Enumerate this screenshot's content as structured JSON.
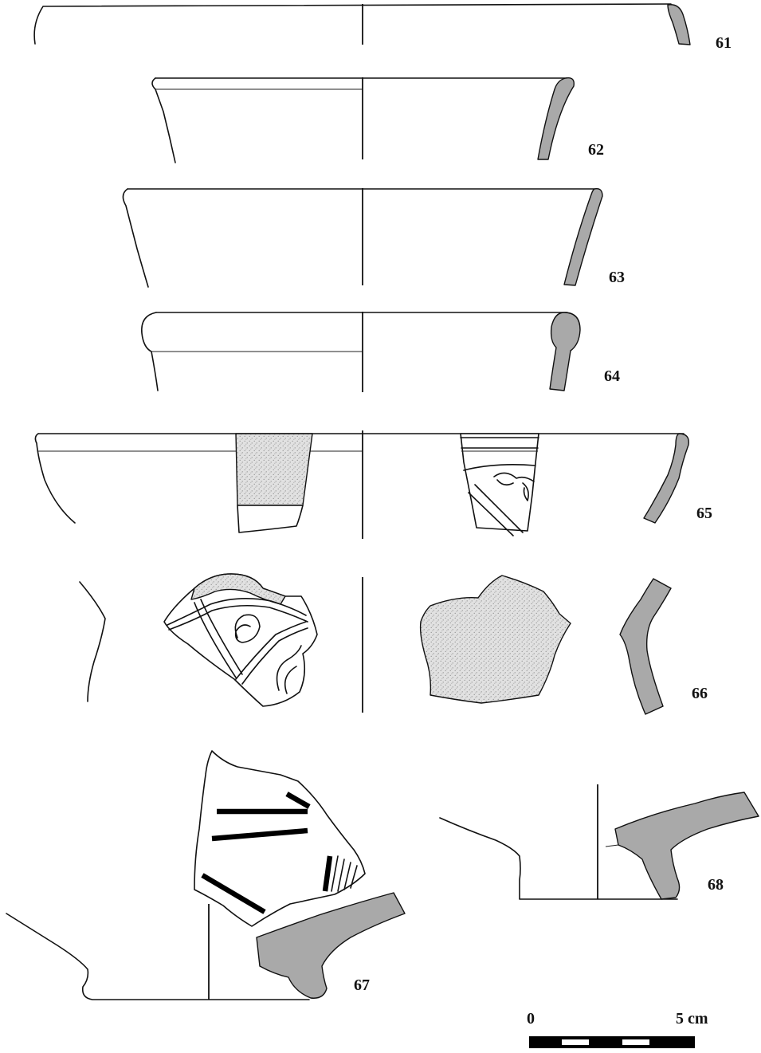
{
  "colors": {
    "section_fill": "#a9a9a9",
    "slip_fill": "#e1e1e1",
    "line": "#111111",
    "background": "#ffffff"
  },
  "vessels": [
    {
      "number": "61"
    },
    {
      "number": "62"
    },
    {
      "number": "63"
    },
    {
      "number": "64"
    },
    {
      "number": "65"
    },
    {
      "number": "66"
    },
    {
      "number": "67"
    },
    {
      "number": "68"
    }
  ],
  "scale_bar": {
    "start_label": "0",
    "end_label": "5 cm"
  }
}
